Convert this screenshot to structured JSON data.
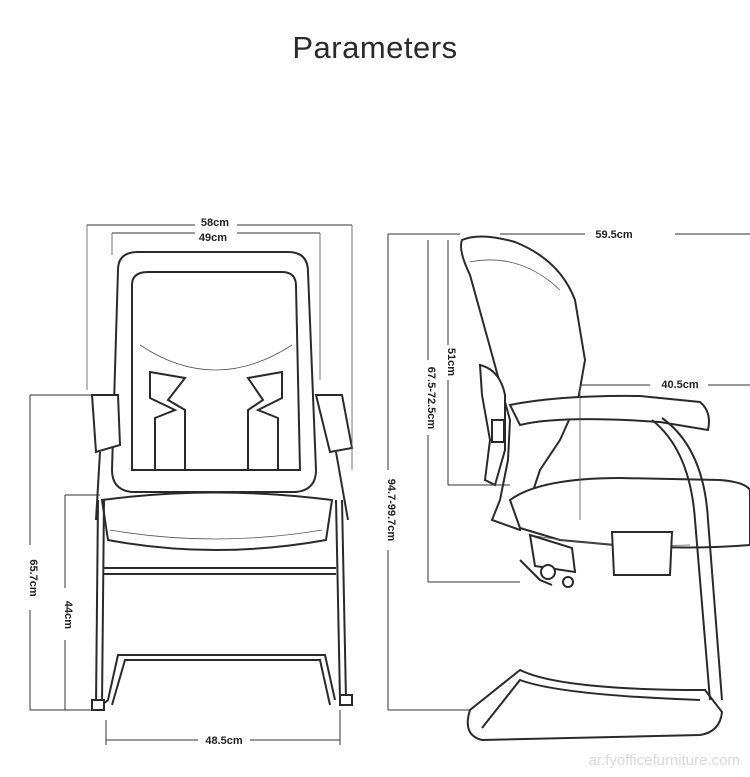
{
  "title": "Parameters",
  "dimensions": {
    "front_total_width": "58cm",
    "front_back_width": "49cm",
    "front_total_height": "65.7cm",
    "front_seat_height": "44cm",
    "front_base_width": "48.5cm",
    "side_depth": "59.5cm",
    "side_back_height": "51cm",
    "side_arm_height": "67.5-72.5cm",
    "side_seat_depth": "40.5cm",
    "side_total_height": "94.7-99.7cm"
  },
  "watermark": "ar.fyofficefurniture.com"
}
